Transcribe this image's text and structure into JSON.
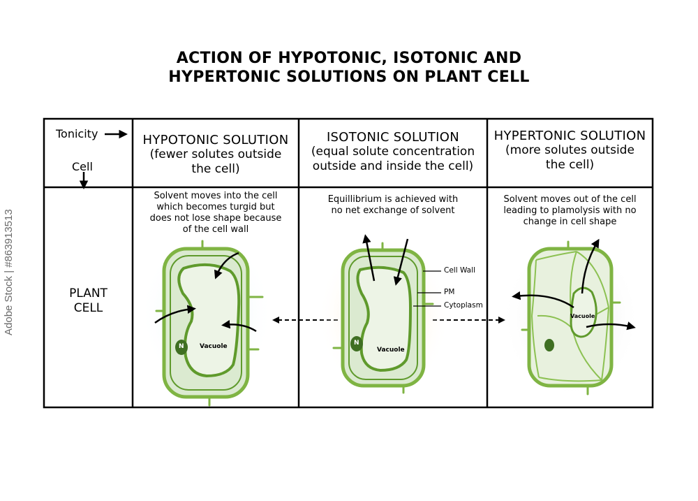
{
  "title": {
    "line1": "ACTION OF HYPOTONIC, ISOTONIC AND",
    "line2": "HYPERTONIC SOLUTIONS ON PLANT CELL"
  },
  "axis_labels": {
    "tonicity": "Tonicity",
    "cell": "Cell"
  },
  "columns": [
    {
      "name": "HYPOTONIC SOLUTION",
      "subtitle": [
        "(fewer solutes outside",
        "the cell)"
      ],
      "description": [
        "Solvent moves into the cell",
        "which becomes turgid but",
        "does not lose shape because",
        "of the cell wall"
      ]
    },
    {
      "name": "ISOTONIC SOLUTION",
      "subtitle": [
        "(equal solute concentration",
        "outside and inside the cell)"
      ],
      "description": [
        "Equillibrium is achieved with",
        "no net exchange of solvent"
      ]
    },
    {
      "name": "HYPERTONIC SOLUTION",
      "subtitle": [
        "(more solutes outside",
        "the cell)"
      ],
      "description": [
        "Solvent moves out of the cell",
        "leading to plamolysis with no",
        "change in cell shape"
      ]
    }
  ],
  "row_label": [
    "PLANT",
    "CELL"
  ],
  "cell_labels": {
    "cell_wall": "Cell Wall",
    "pm": "PM",
    "cytoplasm": "Cytoplasm",
    "vacuole": "Vacuole",
    "nucleus": "N"
  },
  "watermark": "Adobe Stock | #863913513",
  "colors": {
    "cell_wall": "#7fb443",
    "cell_wall_dark": "#5f9a2c",
    "cytoplasm": "#dbead0",
    "vacuole": "#edf4e6",
    "nucleus": "#3f6f22",
    "glow_hypotonic": "#d6ecf8",
    "glow_isotonic": "#fbe3b8",
    "glow_hypertonic": "#dedede"
  }
}
